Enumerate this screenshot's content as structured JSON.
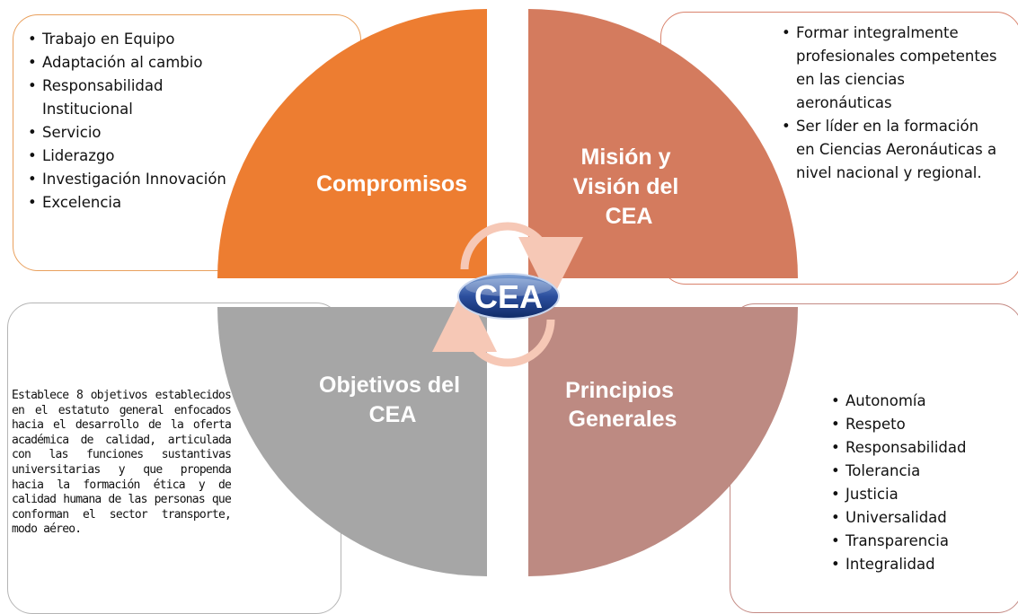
{
  "quadrants": {
    "top_left": {
      "title_lines": [
        "Compromisos"
      ],
      "color": "#ed7d31"
    },
    "top_right": {
      "title_lines": [
        "Misión y",
        "Visión del",
        "CEA"
      ],
      "color": "#d47b5e"
    },
    "bottom_left": {
      "title_lines": [
        "Objetivos del",
        "CEA"
      ],
      "color": "#a6a6a6"
    },
    "bottom_right": {
      "title_lines": [
        "Principios",
        "Generales"
      ],
      "color": "#bd8a82"
    }
  },
  "center_logo": {
    "text": "CEA",
    "arrow_color": "#f6c8b6"
  },
  "compromisos_box": {
    "items": [
      "Trabajo en Equipo",
      "Adaptación al cambio",
      "Responsabilidad Institucional",
      "Servicio",
      "Liderazgo",
      "Investigación Innovación",
      "Excelencia"
    ],
    "border_color": "#e9a05d"
  },
  "mision_box": {
    "items": [
      "Formar integralmente profesionales competentes en las ciencias aeronáuticas",
      "Ser líder en la formación en Ciencias Aeronáuticas a nivel nacional y regional."
    ],
    "border_color": "#d9836d"
  },
  "objetivos_box": {
    "text": "Establece 8 objetivos establecidos en el estatuto general enfocados hacia el desarrollo de la oferta académica de calidad, articulada con las funciones sustantivas universitarias y que propenda hacia la formación ética y de calidad humana de las personas que conforman el sector transporte, modo aéreo.",
    "border_color": "#b5b5b5"
  },
  "principios_box": {
    "items": [
      "Autonomía",
      "Respeto",
      "Responsabilidad",
      "Tolerancia",
      "Justicia",
      "Universalidad",
      "Transparencia",
      "Integralidad"
    ],
    "border_color": "#c48a84"
  }
}
